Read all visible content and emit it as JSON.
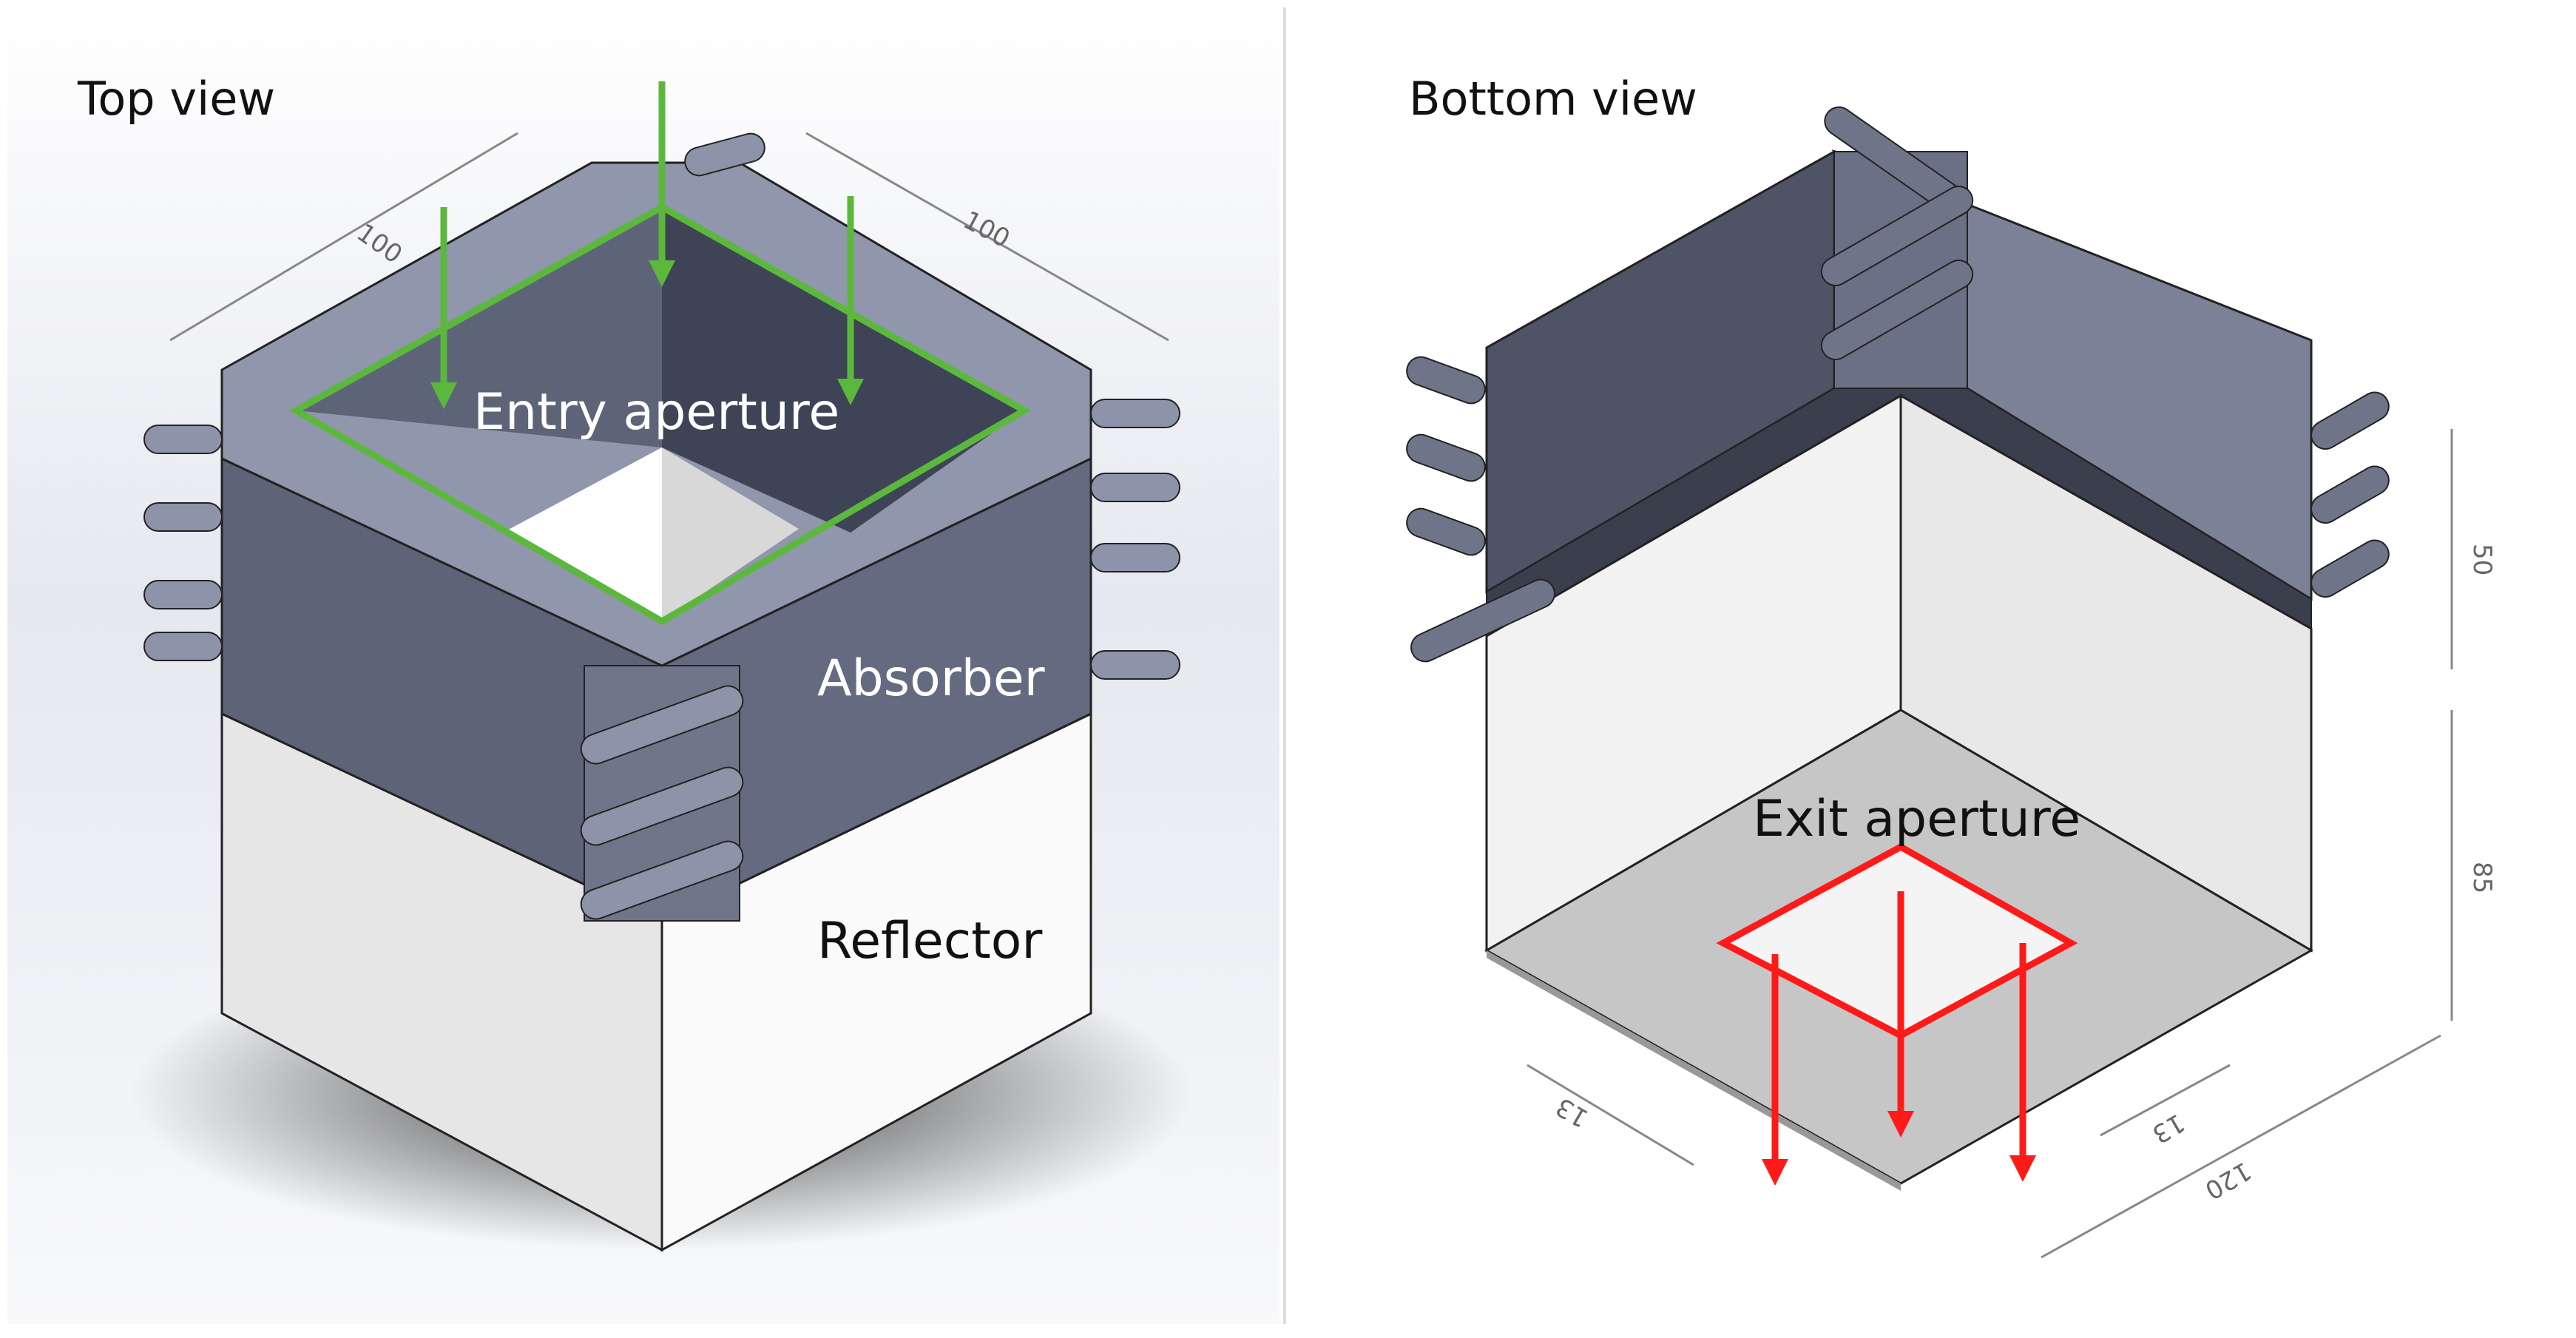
{
  "panels": {
    "top": {
      "title": "Top view"
    },
    "bottom": {
      "title": "Bottom view"
    }
  },
  "labels": {
    "entry_aperture": "Entry aperture",
    "absorber": "Absorber",
    "reflector": "Reflector",
    "exit_aperture": "Exit aperture"
  },
  "dimensions": {
    "top_width_left": "100",
    "top_width_right": "100",
    "absorber_height": "50",
    "reflector_height": "85",
    "exit_left": "13",
    "exit_right": "13",
    "base_width": "120"
  },
  "colors": {
    "entry_arrows": "#5cb83c",
    "exit_arrows": "#ff1a1a",
    "absorber": "#5d6478",
    "reflector": "#e6e6e6"
  }
}
